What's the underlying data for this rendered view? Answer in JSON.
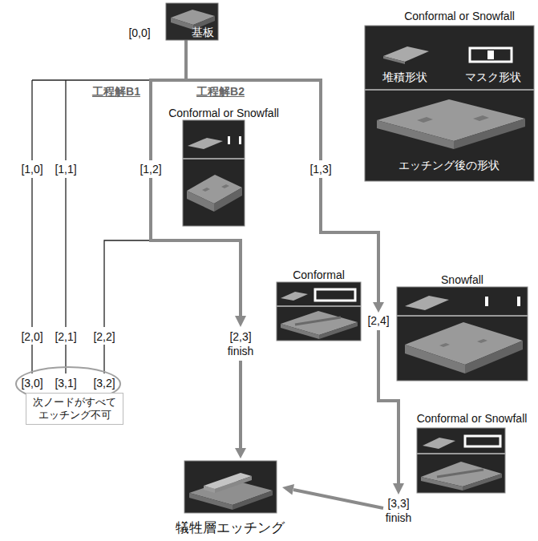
{
  "diagram": {
    "nodes": [
      {
        "text": [
          "基板"
        ]
      },
      {
        "text": [
          "Conformal or Snowfall",
          "堆積形状",
          "マスク形状",
          "エッチング後の形状"
        ]
      },
      {
        "text": [
          "Conformal or Snowfall"
        ]
      },
      {
        "text": [
          "Conformal"
        ]
      },
      {
        "text": [
          "Snowfall"
        ]
      },
      {
        "text": [
          "[3,0]",
          "[3,1]",
          "[3,2]"
        ]
      },
      {
        "text": [
          "次ノードがすべて エッチング不可"
        ]
      },
      {
        "text": [
          "Conformal or Snowfall"
        ]
      },
      {
        "text": [
          "犠牲層エッチング"
        ]
      }
    ],
    "labels": [
      "[0,0]",
      "工程解B1",
      "工程解B2",
      "[1,0]",
      "[1,1]",
      "[1,2]",
      "[1,3]",
      "[2,0]",
      "[2,1]",
      "[2,2]",
      "[2,3]",
      "finish",
      "[2,4]",
      "[3,3]",
      "finish"
    ]
  }
}
